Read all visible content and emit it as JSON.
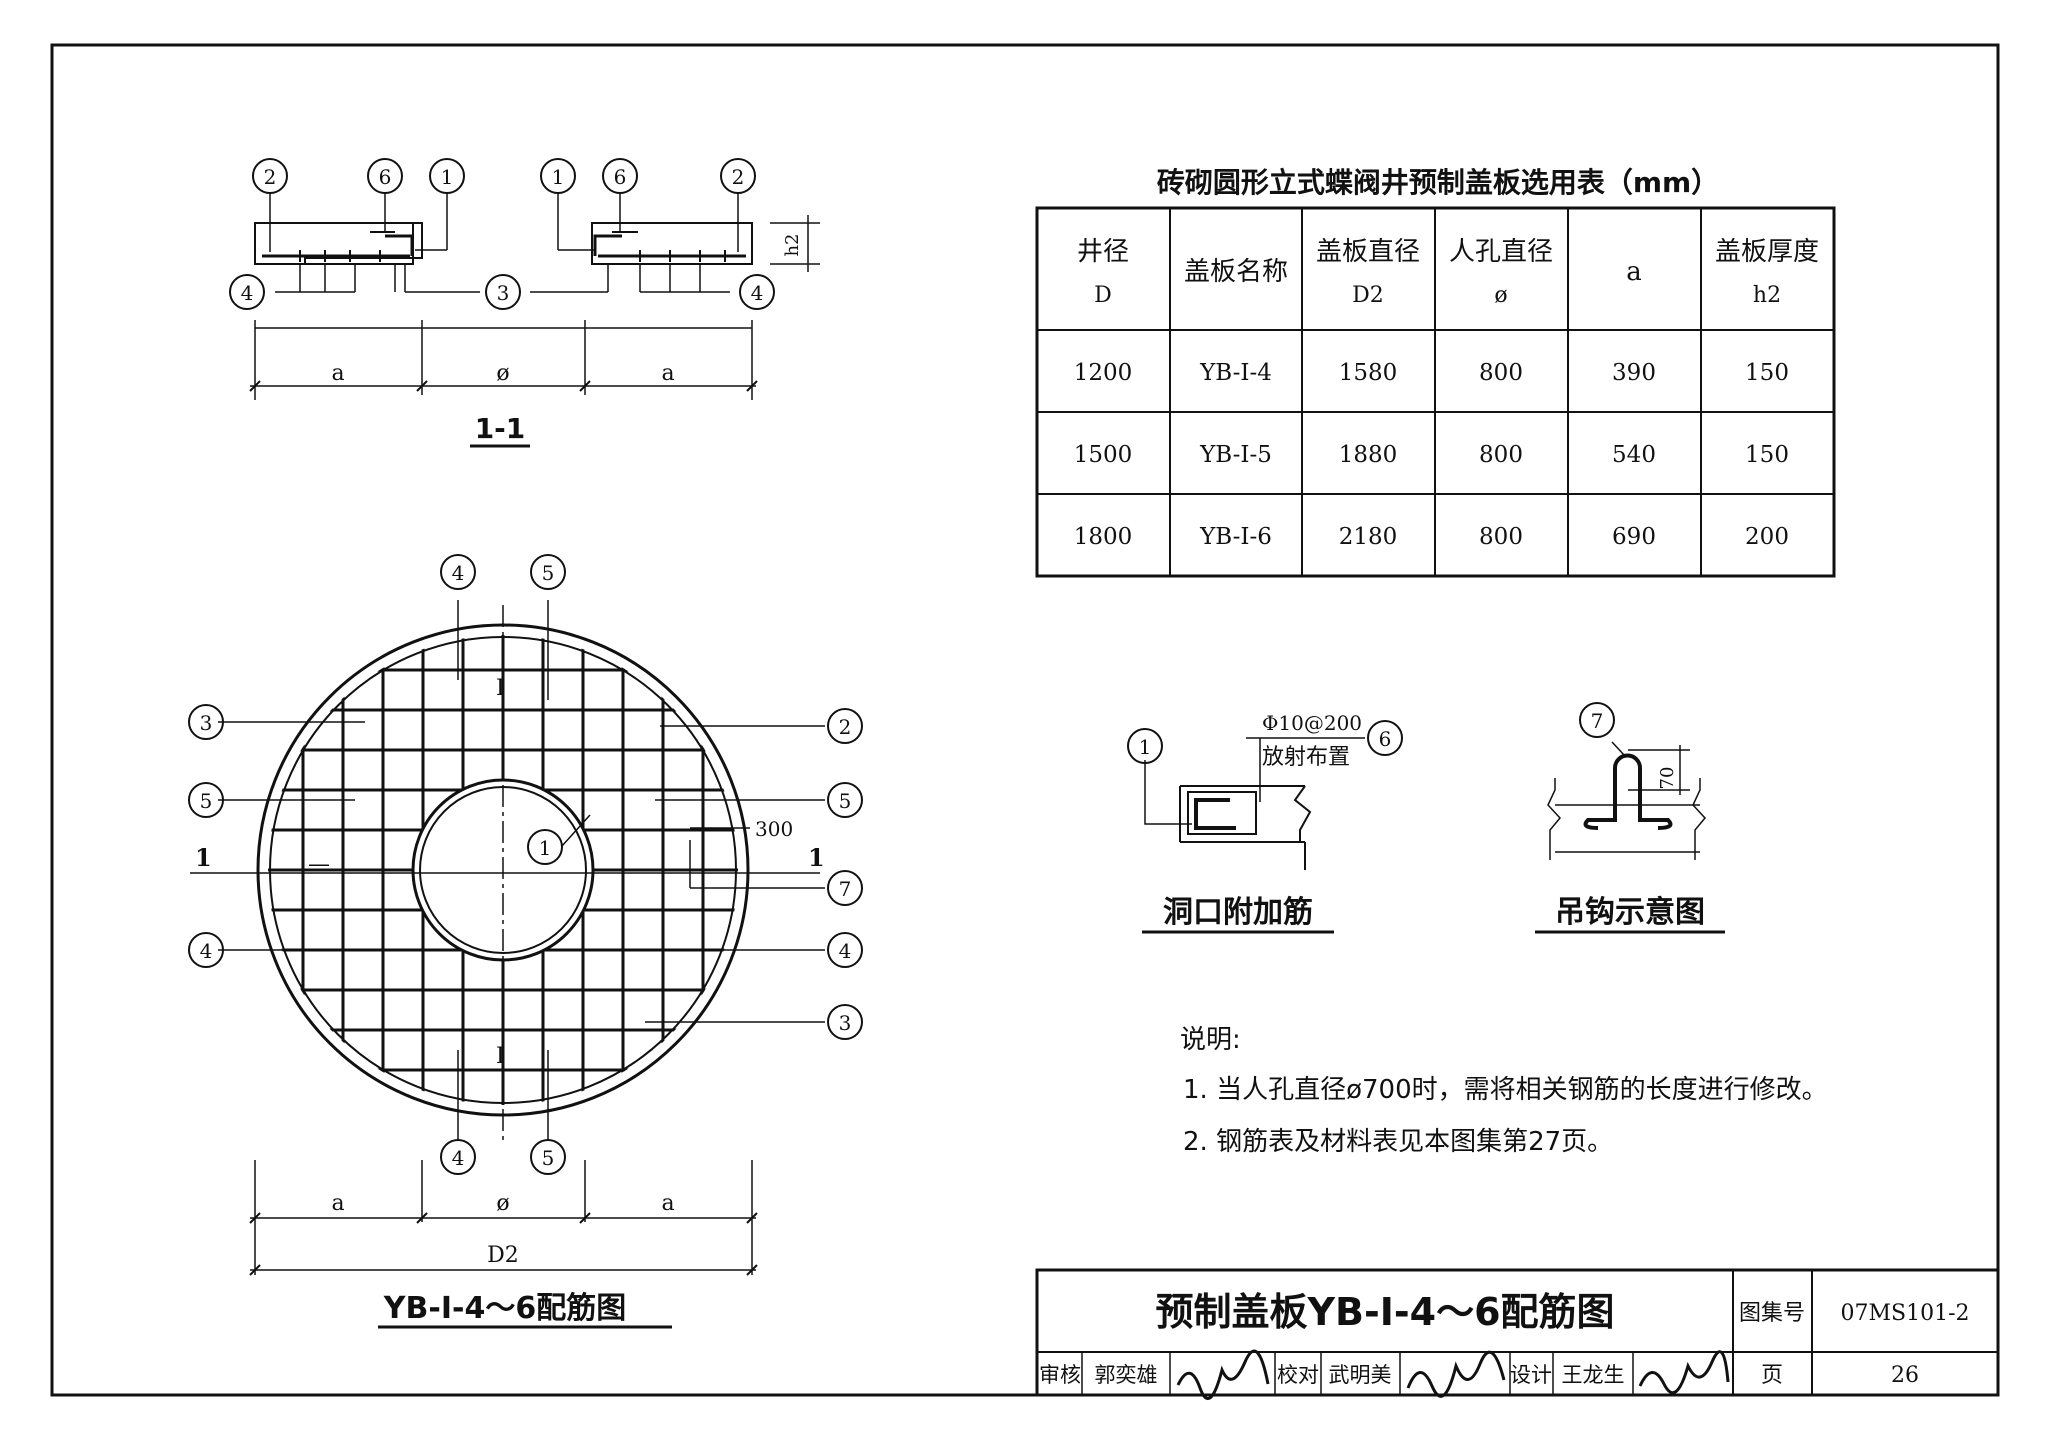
{
  "section_view": {
    "title": "1-1",
    "height_label": "h2",
    "dim_labels": [
      "a",
      "ø",
      "a"
    ],
    "callouts_top": [
      "2",
      "6",
      "1",
      "1",
      "6",
      "2"
    ],
    "callouts_bottom": [
      "4",
      "3",
      "4"
    ]
  },
  "plan_view": {
    "title": "YB-Ⅰ-4～6配筋图",
    "section_marks": [
      "1",
      "1"
    ],
    "callouts_left": [
      "3",
      "5",
      "4"
    ],
    "callouts_right": [
      "2",
      "5",
      "7",
      "4",
      "3"
    ],
    "callouts_top": [
      "4",
      "5"
    ],
    "callouts_bottom": [
      "4",
      "5"
    ],
    "center_callout": "1",
    "spacing_label": "300",
    "grid_marks": [
      "I",
      "I",
      "—"
    ],
    "dim_labels": [
      "a",
      "ø",
      "a"
    ],
    "overall_dim": "D2"
  },
  "selection_table": {
    "title": "砖砌圆形立式蝶阀井预制盖板选用表（mm）",
    "headers": [
      {
        "line1": "井径",
        "line2": "D"
      },
      {
        "line1": "盖板名称",
        "line2": ""
      },
      {
        "line1": "盖板直径",
        "line2": "D2"
      },
      {
        "line1": "人孔直径",
        "line2": "ø"
      },
      {
        "line1": "a",
        "line2": ""
      },
      {
        "line1": "盖板厚度",
        "line2": "h2"
      }
    ],
    "rows": [
      [
        "1200",
        "YB-Ⅰ-4",
        "1580",
        "800",
        "390",
        "150"
      ],
      [
        "1500",
        "YB-Ⅰ-5",
        "1880",
        "800",
        "540",
        "150"
      ],
      [
        "1800",
        "YB-Ⅰ-6",
        "2180",
        "800",
        "690",
        "200"
      ]
    ]
  },
  "opening_detail": {
    "title": "洞口附加筋",
    "rebar_spec": "Φ10@200",
    "rebar_note": "放射布置",
    "callout_left": "1",
    "callout_right": "6"
  },
  "hook_detail": {
    "title": "吊钩示意图",
    "callout": "7",
    "dim": "70"
  },
  "notes": {
    "heading": "说明:",
    "items": [
      "1. 当人孔直径ø700时，需将相关钢筋的长度进行修改。",
      "2. 钢筋表及材料表见本图集第27页。"
    ]
  },
  "title_block": {
    "drawing_title": "预制盖板YB-Ⅰ-4～6配筋图",
    "atlas_label": "图集号",
    "atlas_no": "07MS101-2",
    "page_label": "页",
    "page_no": "26",
    "review_label": "审核",
    "reviewer": "郭奕雄",
    "check_label": "校对",
    "checker": "武明美",
    "design_label": "设计",
    "designer": "王龙生"
  }
}
